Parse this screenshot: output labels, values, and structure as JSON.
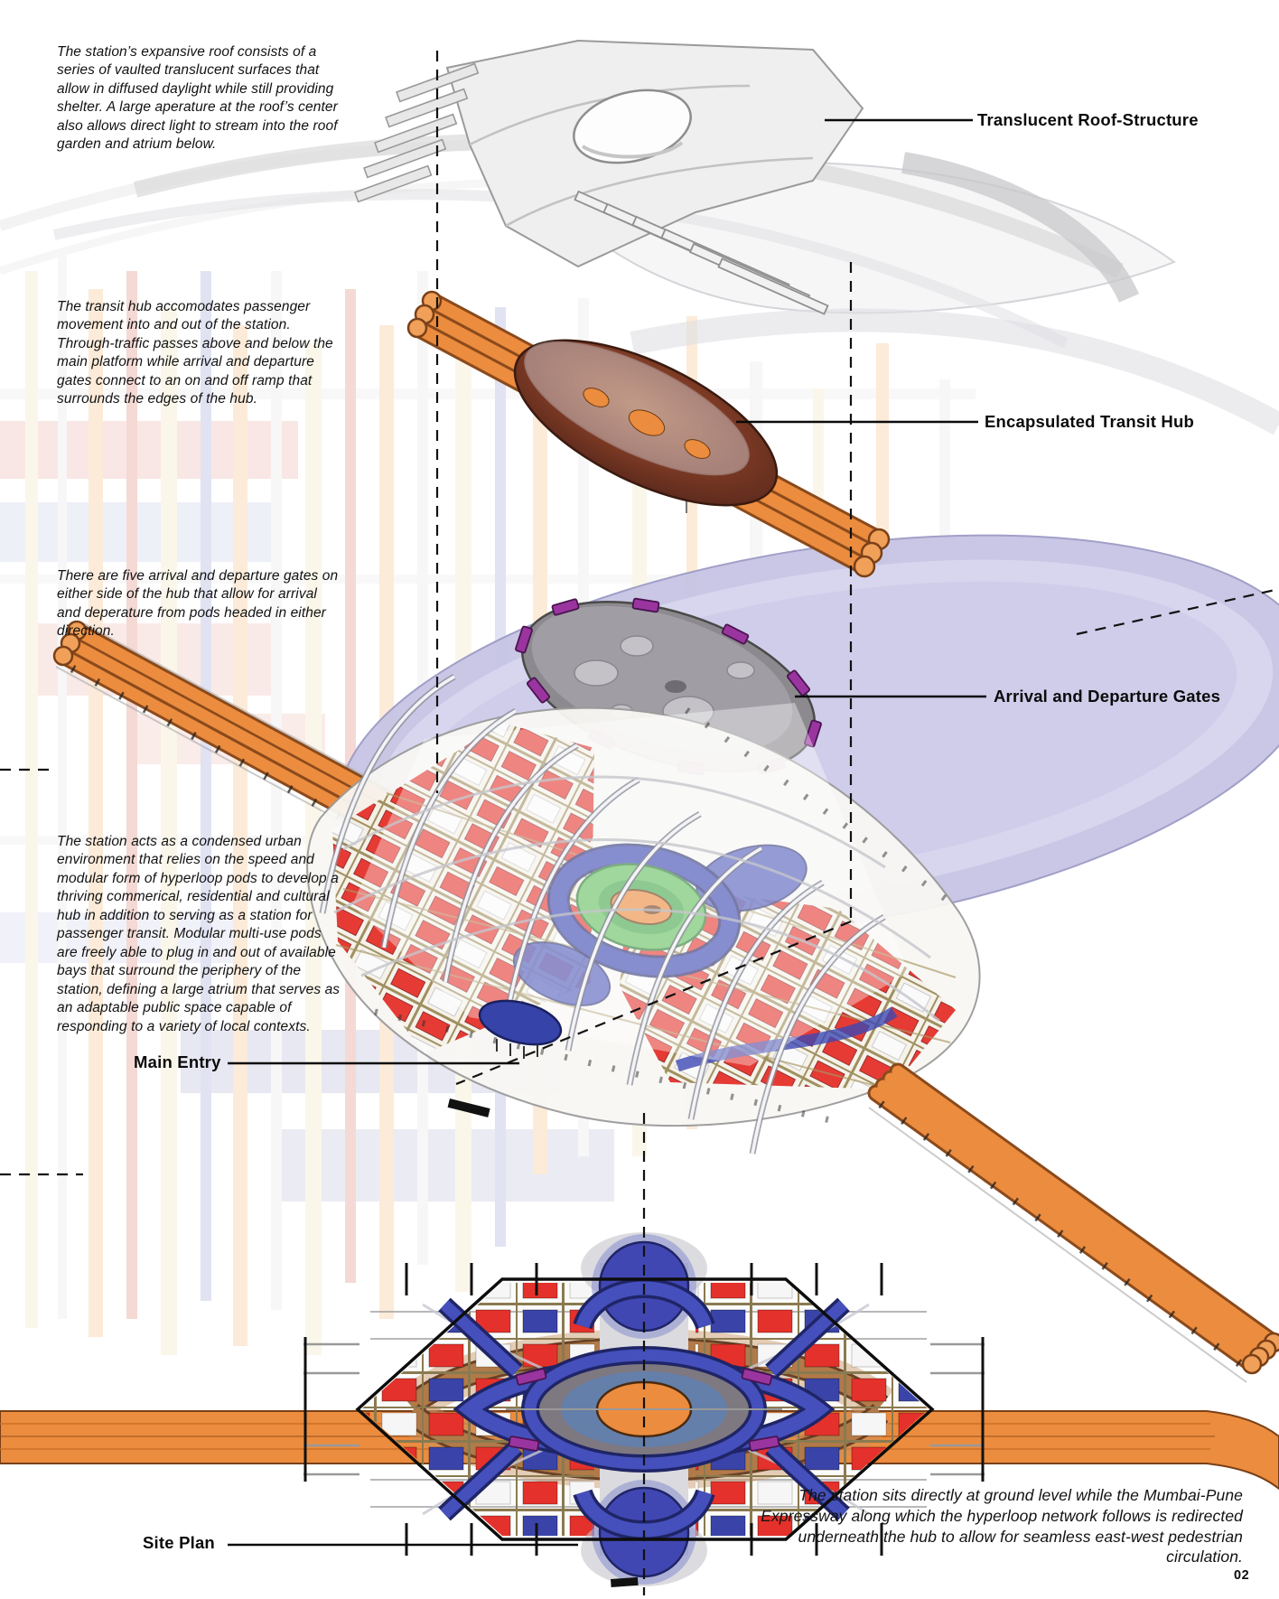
{
  "page_number": "02",
  "notes": {
    "roof": "The station’s expansive roof consists of a series of vaulted translucent surfaces that allow in diffused daylight while still providing shelter. A large aperature at the roof’s center also allows direct light to stream into the roof garden and atrium below.",
    "transit_hub": "The transit hub accomodates passenger movement into and out of the station. Through-traffic passes above and below the main platform while arrival and departure gates connect to an on and off ramp that surrounds the edges of the hub.",
    "gates": "There are five arrival and departure gates on either side of the hub that allow for arrival and deperature from pods headed in either direction.",
    "urban_hub": "The station acts as a condensed urban environment that relies on the speed and modular form of hyperloop pods to develop a thriving commerical, residential and cultural hub in addition to serving as a station for passenger transit. Modular multi-use pods are freely able to plug in and out of available bays that surround the periphery of the station, defining a large atrium that serves as an adaptable public space capable of responding to a variety of local contexts.",
    "site": "The station sits directly at ground level while the Mumbai-Pune Expressway along which the hyperloop network follows is redirected underneath the hub to allow for seamless east-west pedestrian circulation."
  },
  "labels": {
    "roof": "Translucent Roof-Structure",
    "hub": "Encapsulated Transit Hub",
    "gates": "Arrival and Departure Gates",
    "main_entry": "Main Entry",
    "site_plan": "Site Plan"
  },
  "colors": {
    "tube_orange": "#EC8C3E",
    "module_red": "#E5312B",
    "ramp_blue": "#3D49B4",
    "gate_purple": "#9A35A0",
    "garden_green": "#66BE60",
    "platform_lavender": "#C7C5E4",
    "disc_grey": "#8D8A8F",
    "roof_grey": "#EFEFEF",
    "ink": "#111111"
  }
}
